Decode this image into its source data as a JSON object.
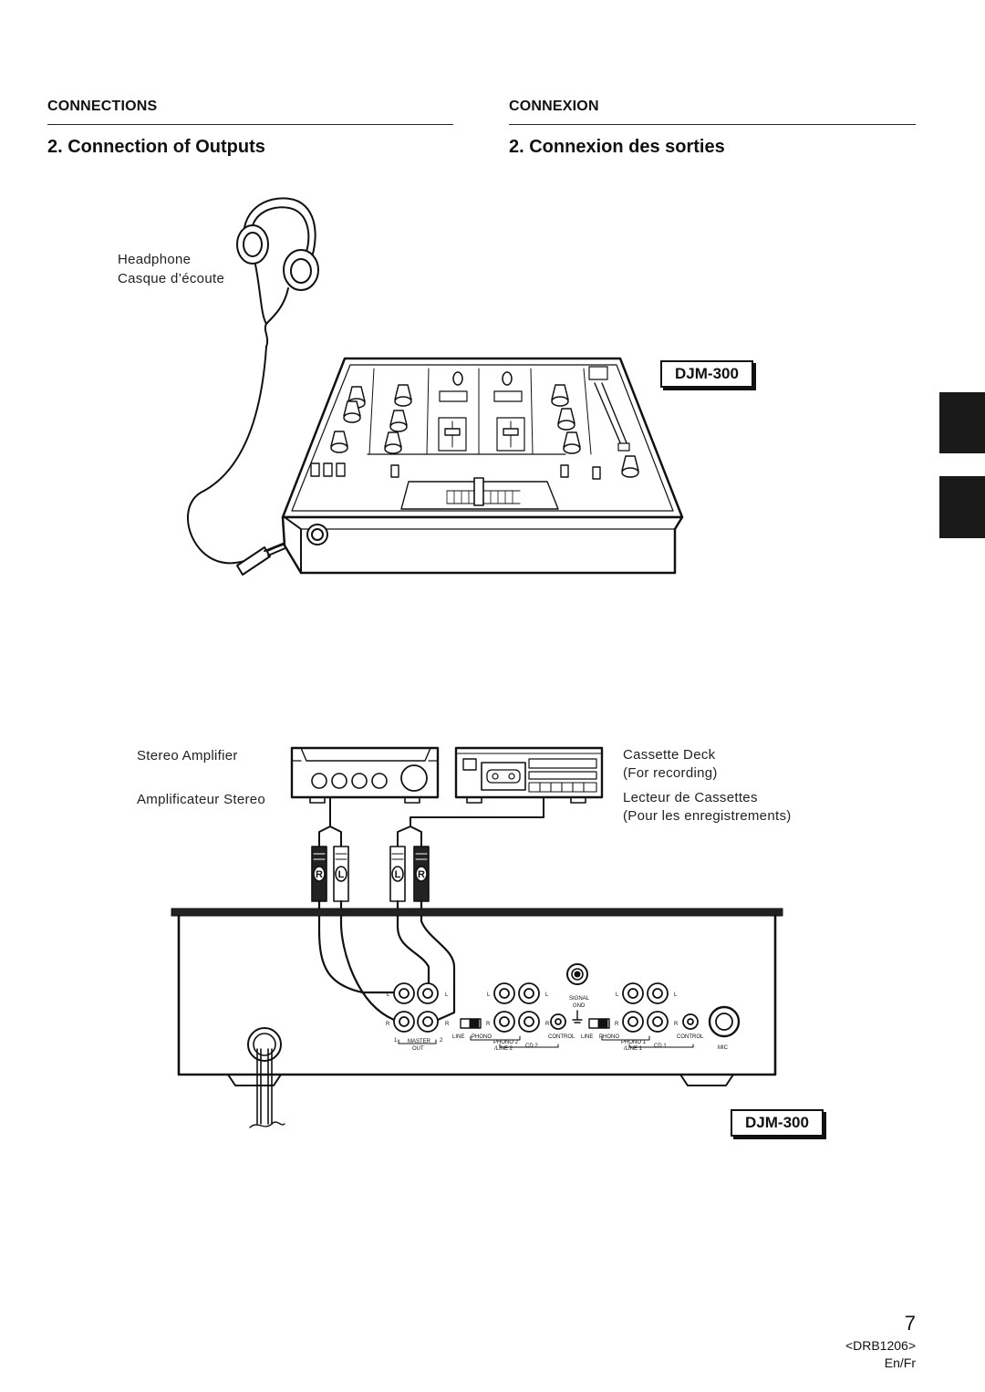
{
  "left_column": {
    "section": "CONNECTIONS",
    "heading": "2. Connection of Outputs"
  },
  "right_column": {
    "section": "CONNEXION",
    "heading": "2. Connexion des sorties"
  },
  "headphone_caption": {
    "en": "Headphone",
    "fr": "Casque d’écoute"
  },
  "model_top": "DJM-300",
  "amplifier_caption": {
    "en": "Stereo Amplifier",
    "fr": "Amplificateur Stereo"
  },
  "cassette_caption": {
    "en": "Cassette Deck",
    "en_note": "(For recording)",
    "fr": "Lecteur de Cassettes",
    "fr_note": "(Pour les enregistrements)"
  },
  "model_bottom": "DJM-300",
  "plug_labels": [
    "R",
    "L",
    "L",
    "R"
  ],
  "rear_panel": {
    "L": "L",
    "R": "R",
    "num1": "1",
    "num2": "2",
    "master": "MASTER",
    "out": "OUT",
    "line": "LINE",
    "phono": "PHONO",
    "phono2": "PHONO 2",
    "line2": "/LINE 2",
    "cd2": "CD 2",
    "control": "CONTROL",
    "signal": "SIGNAL",
    "gnd": "GND",
    "phono1": "PHONO 1",
    "line1": "/LINE 1",
    "cd1": "CD 1",
    "mic": "MIC"
  },
  "page_number": "7",
  "doc_code": "<DRB1206>",
  "languages": "En/Fr"
}
